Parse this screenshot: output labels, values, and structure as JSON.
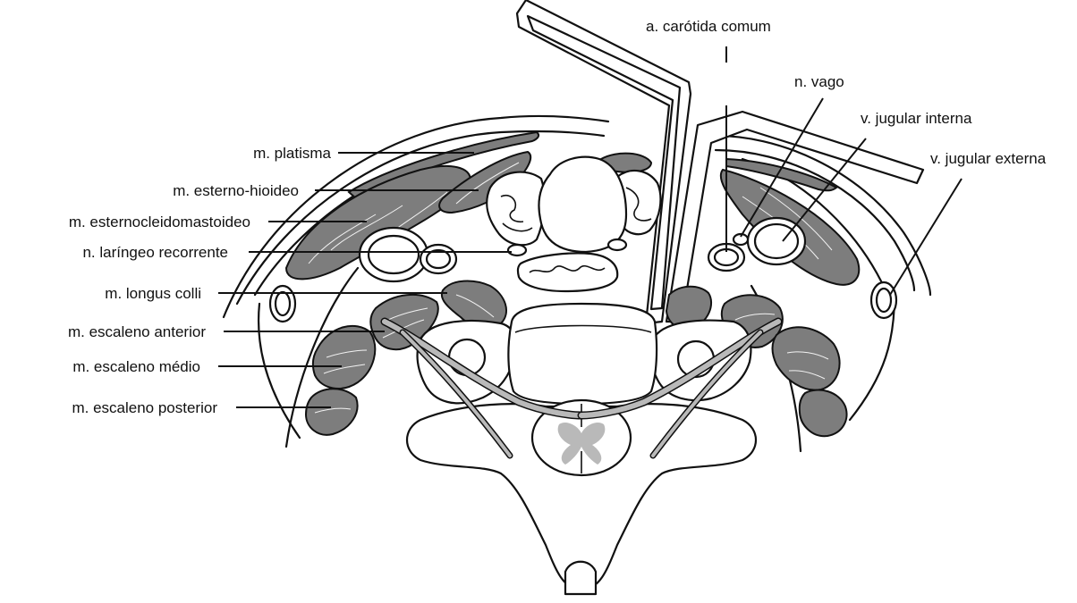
{
  "colors": {
    "muscle_fill": "#7d7d7d",
    "nerve_gray": "#b9b9b9",
    "line": "#111111",
    "background": "#ffffff"
  },
  "labels": {
    "carotida_comum": "a. carótida comum",
    "vago": "n. vago",
    "jugular_interna": "v. jugular interna",
    "jugular_externa": "v. jugular externa",
    "platisma": "m. platisma",
    "esterno_hioideo": "m. esterno-hioideo",
    "esternocleidomastoideo": "m. esternocleidomastoideo",
    "laringeo_recorrente": "n. laríngeo recorrente",
    "longus_colli": "m. longus colli",
    "escaleno_anterior": "m. escaleno anterior",
    "escaleno_medio": "m. escaleno médio",
    "escaleno_posterior": "m. escaleno posterior"
  }
}
